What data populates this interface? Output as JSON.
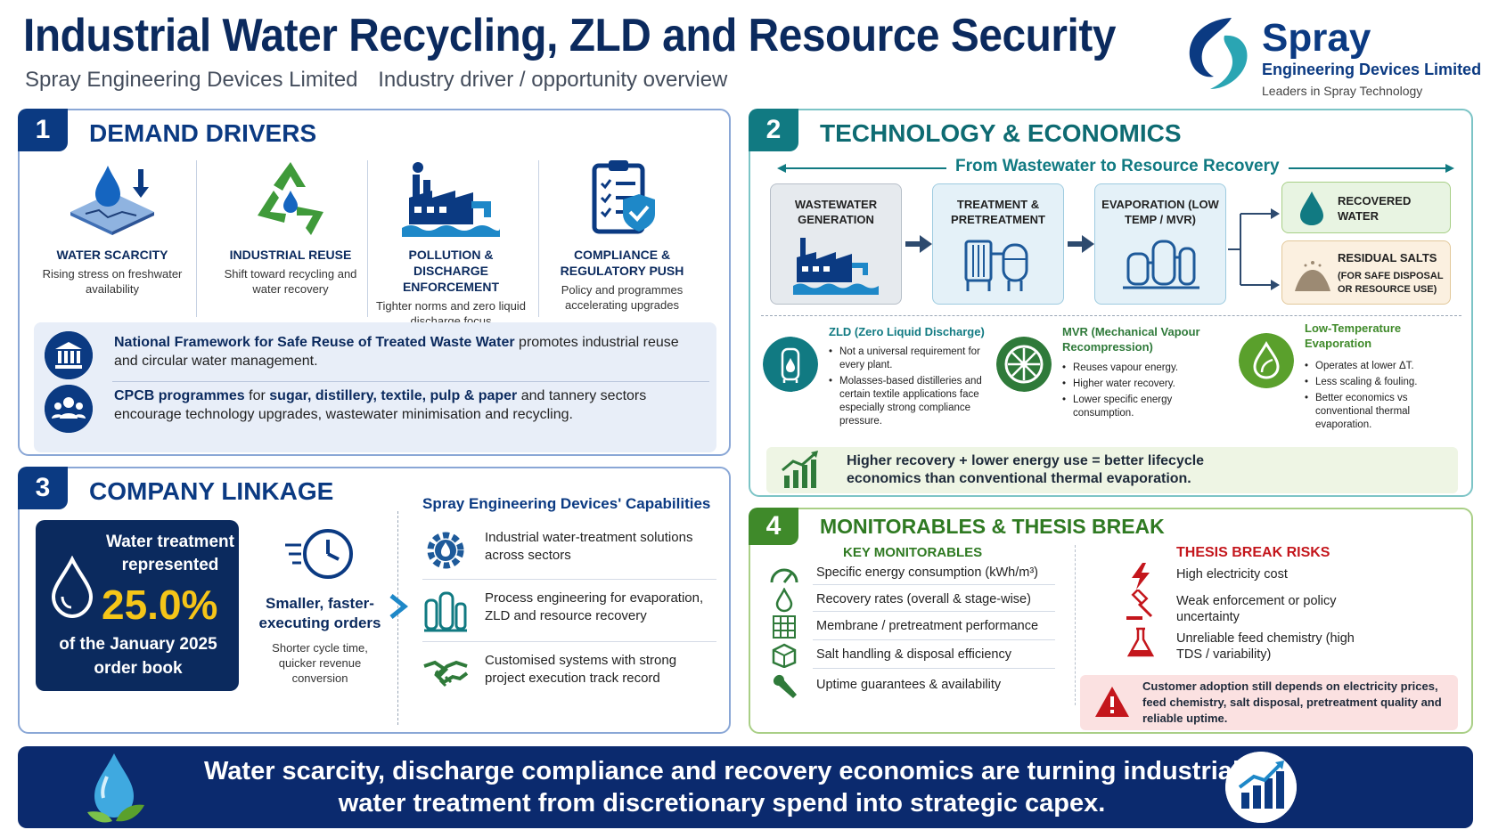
{
  "header": {
    "title": "Industrial Water Recycling, ZLD and Resource Security",
    "company": "Spray Engineering Devices Limited",
    "subtitle": "Industry driver / opportunity overview"
  },
  "logo": {
    "name": "Spray",
    "sub": "Engineering Devices Limited",
    "tagline": "Leaders in Spray Technology"
  },
  "colors": {
    "navy": "#0b2a5e",
    "teal": "#117a82",
    "green": "#3f8a2a",
    "red": "#c4161c",
    "gold": "#f5c518"
  },
  "section1": {
    "number": "1",
    "title": "DEMAND DRIVERS",
    "drivers": [
      {
        "icon": "water-scarcity-icon",
        "title": "WATER SCARCITY",
        "desc": "Rising stress on freshwater availability"
      },
      {
        "icon": "recycle-icon",
        "title": "INDUSTRIAL REUSE",
        "desc": "Shift toward recycling and water recovery"
      },
      {
        "icon": "factory-discharge-icon",
        "title": "POLLUTION & DISCHARGE ENFORCEMENT",
        "desc": "Tighter norms and zero liquid discharge focus"
      },
      {
        "icon": "compliance-checklist-icon",
        "title": "COMPLIANCE & REGULATORY PUSH",
        "desc": "Policy and programmes accelerating upgrades"
      }
    ],
    "framework": {
      "bold": "National Framework for Safe Reuse of Treated Waste Water",
      "text": " promotes industrial reuse and circular water management."
    },
    "cpcb": {
      "bold": "CPCB programmes",
      "text_a": " for ",
      "sectors": "sugar, distillery, textile, pulp & paper",
      "text_b": " and tannery sectors encourage technology upgrades, wastewater minimisation and recycling."
    }
  },
  "section2": {
    "number": "2",
    "title": "TECHNOLOGY & ECONOMICS",
    "flow_label": "From Wastewater to Resource Recovery",
    "flow": [
      {
        "title": "WASTEWATER GENERATION"
      },
      {
        "title": "TREATMENT & PRETREATMENT"
      },
      {
        "title": "EVAPORATION (LOW TEMP / MVR)"
      }
    ],
    "outputs": {
      "water": "RECOVERED WATER",
      "salts": "RESIDUAL SALTS",
      "salts_sub": "(FOR SAFE DISPOSAL OR RESOURCE USE)"
    },
    "tech": [
      {
        "title": "ZLD (Zero Liquid Discharge)",
        "bullets": [
          "Not a universal requirement for every plant.",
          "Molasses-based distilleries and certain textile applications face especially strong compliance pressure."
        ]
      },
      {
        "title": "MVR (Mechanical Vapour Recompression)",
        "bullets": [
          "Reuses vapour energy.",
          "Higher water recovery.",
          "Lower specific energy consumption."
        ]
      },
      {
        "title": "Low-Temperature Evaporation",
        "bullets": [
          "Operates at lower ΔT.",
          "Less scaling & fouling.",
          "Better economics vs conventional thermal evaporation."
        ]
      }
    ],
    "economics": "Higher recovery + lower energy use = better lifecycle economics than conventional thermal evaporation."
  },
  "section3": {
    "number": "3",
    "title": "COMPANY LINKAGE",
    "card": {
      "line1": "Water treatment represented",
      "pct": "25.0%",
      "line2": "of the January 2025 order book"
    },
    "cycle": {
      "title": "Smaller, faster-executing orders",
      "desc": "Shorter cycle time, quicker revenue conversion"
    },
    "capabilities_title": "Spray Engineering Devices' Capabilities",
    "capabilities": [
      "Industrial water-treatment solutions across sectors",
      "Process engineering for evaporation, ZLD and resource recovery",
      "Customised systems with strong project execution track record"
    ]
  },
  "section4": {
    "number": "4",
    "title": "MONITORABLES & THESIS BREAK",
    "monitorables_title": "KEY MONITORABLES",
    "monitorables": [
      "Specific energy consumption (kWh/m³)",
      "Recovery rates (overall & stage-wise)",
      "Membrane / pretreatment performance",
      "Salt handling & disposal efficiency",
      "Uptime guarantees & availability"
    ],
    "risks_title": "THESIS BREAK RISKS",
    "risks": [
      "High electricity cost",
      "Weak enforcement or policy uncertainty",
      "Unreliable feed chemistry (high TDS / variability)"
    ],
    "warning": "Customer adoption still depends on electricity prices, feed chemistry, salt disposal, pretreatment quality and reliable uptime."
  },
  "footer": {
    "text": "Water scarcity, discharge compliance and recovery economics are turning industrial water treatment from discretionary spend into strategic capex."
  }
}
